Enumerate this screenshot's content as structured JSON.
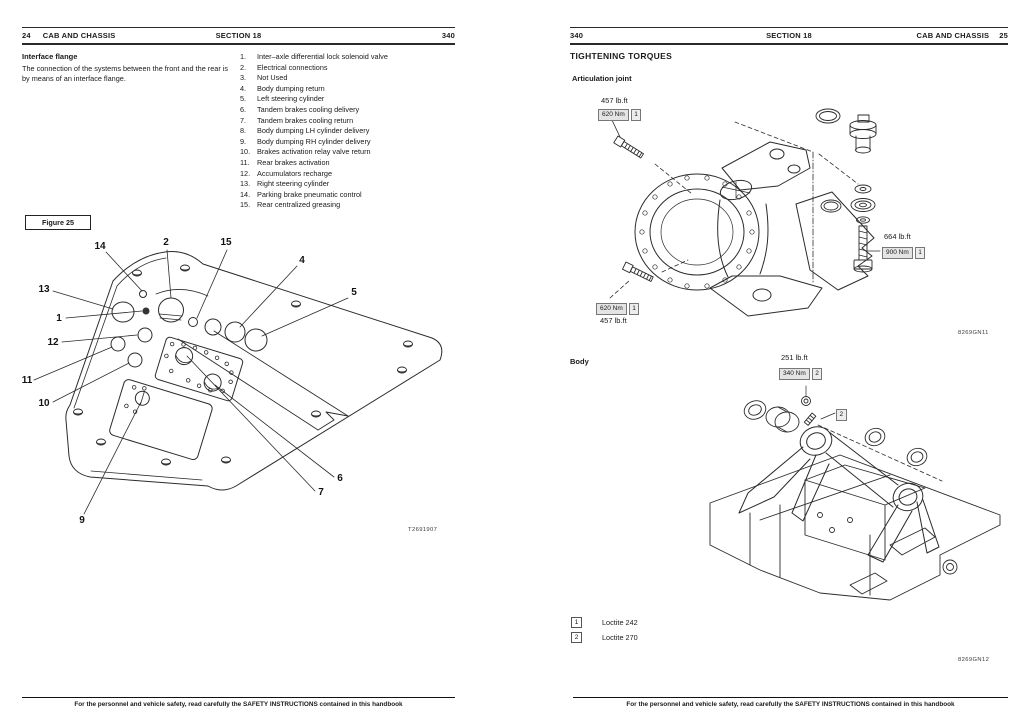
{
  "colors": {
    "paper": "#ffffff",
    "ink": "#1a1a1a",
    "torque_box_fill": "#e4e4e4"
  },
  "footer_text": "For the personnel and vehicle safety, read carefully the SAFETY INSTRUCTIONS contained in this handbook",
  "left_page": {
    "header": {
      "page_num": "24",
      "title": "CAB AND CHASSIS",
      "section": "SECTION 18",
      "model": "340"
    },
    "heading": "Interface flange",
    "intro": "The connection of the systems between the front and the rear is by means of an interface flange.",
    "legend_items": [
      {
        "num": "1.",
        "text": "Inter–axle differential lock solenoid valve"
      },
      {
        "num": "2.",
        "text": "Electrical connections"
      },
      {
        "num": "3.",
        "text": "Not Used"
      },
      {
        "num": "4.",
        "text": "Body dumping return"
      },
      {
        "num": "5.",
        "text": "Left steering cylinder"
      },
      {
        "num": "6.",
        "text": "Tandem brakes cooling delivery"
      },
      {
        "num": "7.",
        "text": "Tandem brakes cooling return"
      },
      {
        "num": "8.",
        "text": "Body dumping LH cylinder delivery"
      },
      {
        "num": "9.",
        "text": "Body dumping RH cylinder delivery"
      },
      {
        "num": "10.",
        "text": "Brakes activation relay valve return"
      },
      {
        "num": "11.",
        "text": "Rear brakes activation"
      },
      {
        "num": "12.",
        "text": "Accumulators recharge"
      },
      {
        "num": "13.",
        "text": "Right steering cylinder"
      },
      {
        "num": "14.",
        "text": "Parking brake pneumatic control"
      },
      {
        "num": "15.",
        "text": "Rear centralized greasing"
      }
    ],
    "figure": {
      "label": "Figure 25",
      "code": "T2691907",
      "callouts": {
        "c1": "1",
        "c2": "2",
        "c4": "4",
        "c5": "5",
        "c6": "6",
        "c7": "7",
        "c9": "9",
        "c10": "10",
        "c11": "11",
        "c12": "12",
        "c13": "13",
        "c14": "14",
        "c15": "15"
      }
    }
  },
  "right_page": {
    "header": {
      "model": "340",
      "section": "SECTION 18",
      "title": "CAB AND CHASSIS",
      "page_num": "25"
    },
    "heading": "TIGHTENING TORQUES",
    "articulation": {
      "label": "Articulation joint",
      "torque_top": {
        "imperial": "457 lb.ft",
        "metric": "620 Nm",
        "ref": "1"
      },
      "torque_right": {
        "imperial": "664 lb.ft",
        "metric": "900 Nm",
        "ref": "1"
      },
      "torque_bottom": {
        "imperial": "457 lb.ft",
        "metric": "620 Nm",
        "ref": "1"
      },
      "code": "8269GN11"
    },
    "body": {
      "label": "Body",
      "torque": {
        "imperial": "251 lb.ft",
        "metric": "340 Nm",
        "ref": "2"
      },
      "part_ref": "2",
      "code": "8269GN12"
    },
    "legend": [
      {
        "ref": "1",
        "text": "Loctite 242"
      },
      {
        "ref": "2",
        "text": "Loctite 270"
      }
    ]
  }
}
